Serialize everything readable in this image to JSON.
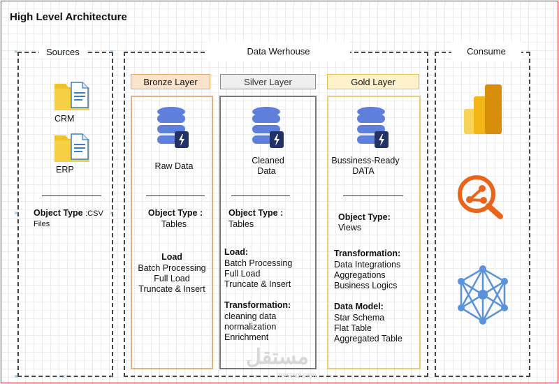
{
  "title": "High Level Architecture",
  "groups": {
    "sources": "Sources",
    "warehouse": "Data Werhouse",
    "consume": "Consume"
  },
  "sources": {
    "crm": "CRM",
    "erp": "ERP",
    "object_type_label": "Object Type",
    "object_type_value": ":CSV",
    "object_type_value2": "Files"
  },
  "bronze": {
    "header": "Bronze Layer",
    "data_label": "Raw Data",
    "object_type_label": "Object Type :",
    "object_type_value": "Tables",
    "load_label": "Load",
    "load_items": [
      "Batch Processing",
      "Full Load",
      "Truncate & Insert"
    ]
  },
  "silver": {
    "header": "Silver Layer",
    "data_label_1": "Cleaned",
    "data_label_2": "Data",
    "object_type_label": "Object Type :",
    "object_type_value": "Tables",
    "load_label": "Load:",
    "load_items": [
      "Batch Processing",
      "Full Load",
      "Truncate & Insert"
    ],
    "transform_label": "Transformation:",
    "transform_items": [
      "cleaning data",
      "normalization",
      "Enrichment"
    ]
  },
  "gold": {
    "header": "Gold Layer",
    "data_label_1": "Bussiness-Ready",
    "data_label_2": "DATA",
    "object_type_label": "Object Type:",
    "object_type_value": "Views",
    "transform_label": "Transformation:",
    "transform_items": [
      "Data Integrations",
      "Aggregations",
      "Business Logics"
    ],
    "model_label": "Data Model:",
    "model_items": [
      "Star Schema",
      "Flat Table",
      "Aggregated Table"
    ]
  },
  "consume_icons": [
    "power-bi-icon",
    "analytics-search-icon",
    "network-graph-icon"
  ],
  "colors": {
    "bronze_fill": "#fbe3cc",
    "bronze_border": "#e3a468",
    "silver_fill": "#efefef",
    "silver_border": "#888888",
    "gold_fill": "#fdf2cc",
    "gold_border": "#e0be52",
    "database": "#5f7fdc",
    "folder": "#f2c12e",
    "powerbi": "#f2b619",
    "analytics": "#e8651a",
    "network": "#5b92dc"
  },
  "watermark": {
    "arabic": "مستقل",
    "latin": "mostaql.com"
  }
}
